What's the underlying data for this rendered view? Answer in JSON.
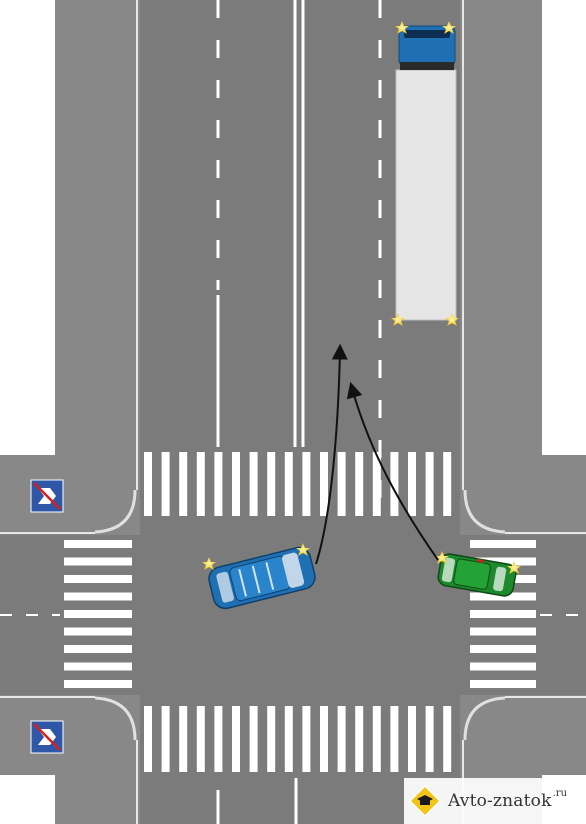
{
  "scene": {
    "colors": {
      "asphalt": "#7d7d7d",
      "sidewalk": "#ffffff",
      "curb_line": "#d9d9d9",
      "marking": "#ffffff",
      "truck_trailer": "#e6e6e6",
      "truck_cab": "#1f6fb3",
      "blue_car": "#1f6fb3",
      "green_car": "#1c8a2c",
      "hazard_light": "#f2c417",
      "path_arrow": "#111111",
      "sign_blue": "#2f57a8",
      "sign_red": "#d62020"
    },
    "icons": {
      "sign": "end-of-priority-road-sign",
      "arrow": "movement-path-arrow",
      "logo": "graduation-cap-road-sign-logo"
    }
  },
  "watermark": {
    "brand": "Avto-znatok",
    "tld": ".ru"
  }
}
